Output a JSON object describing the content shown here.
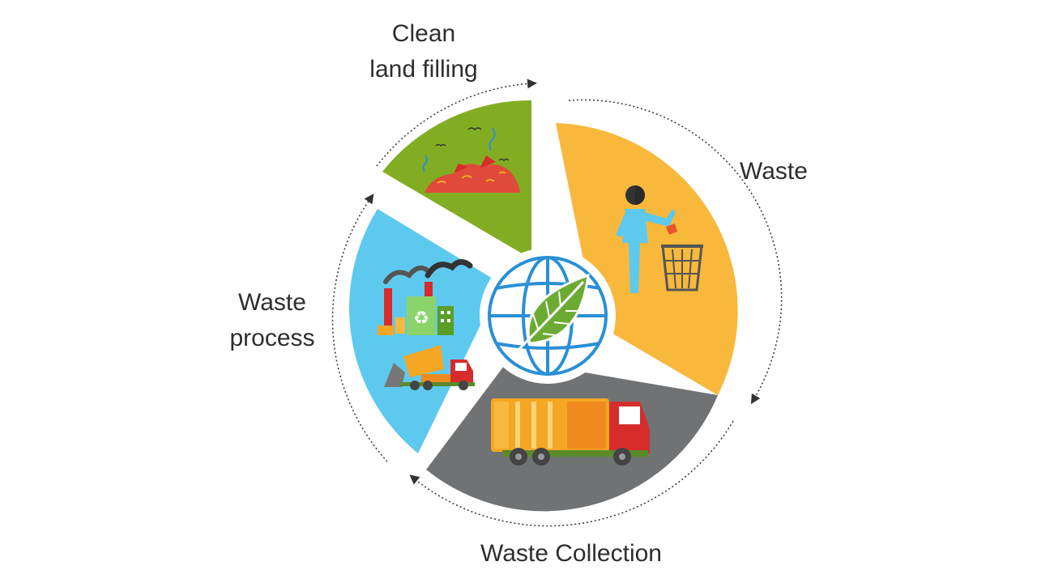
{
  "diagram": {
    "type": "waste-management-cycle",
    "stages": [
      {
        "id": "waste",
        "lines": [
          "Waste"
        ],
        "color": "#f8b83c",
        "icon": "person-throwing-trash-icon"
      },
      {
        "id": "collection",
        "lines": [
          "Waste Collection"
        ],
        "color": "#707273",
        "icon": "garbage-truck-icon"
      },
      {
        "id": "process",
        "lines": [
          "Waste",
          "process"
        ],
        "color": "#5ec9ee",
        "icon": "recycling-factory-icon"
      },
      {
        "id": "landfill",
        "lines": [
          "Clean",
          "land filling"
        ],
        "color": "#82ad22",
        "icon": "landfill-icon"
      }
    ],
    "center_icon": "globe-leaf-icon",
    "center_colors": {
      "globe": "#2a8fd6",
      "leaf": "#6cab33"
    },
    "flow_direction": "clockwise"
  }
}
